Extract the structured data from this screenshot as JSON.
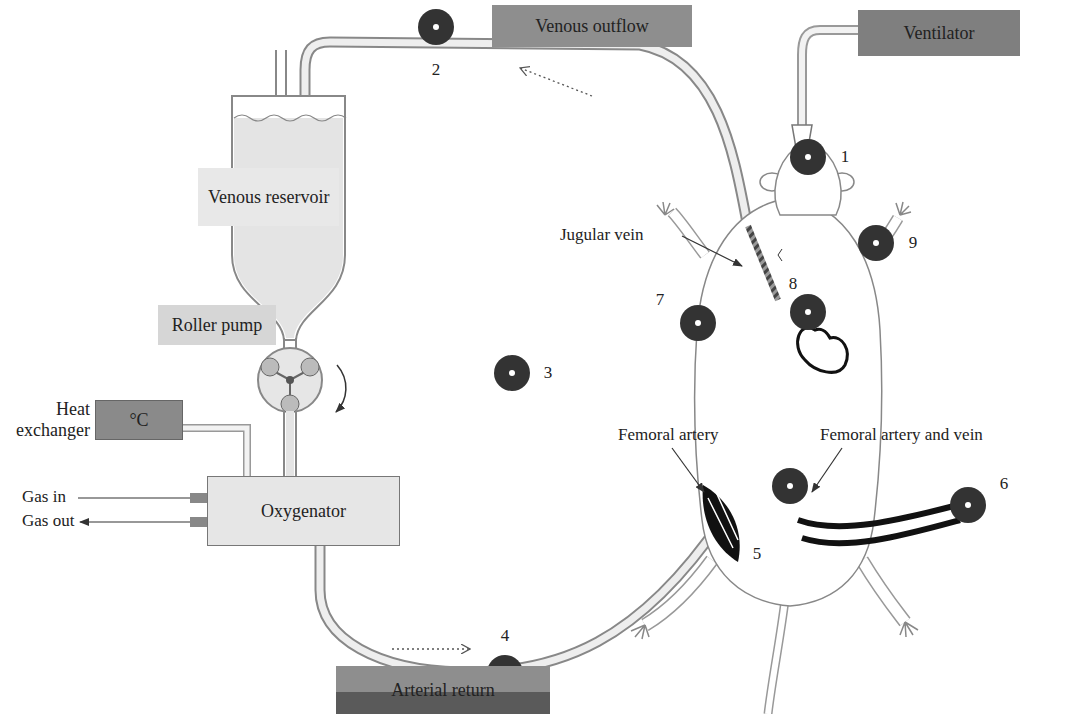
{
  "diagram": {
    "nodes": [
      {
        "text": [
          "Venous outflow"
        ]
      },
      {
        "text": [
          "Ventilator"
        ]
      },
      {
        "text": [
          "Venous reservoir"
        ]
      },
      {
        "text": [
          "Roller pump"
        ]
      },
      {
        "text": [
          "°C",
          "Heat exchanger"
        ]
      },
      {
        "text": [
          "Oxygenator"
        ]
      },
      {
        "text": [
          "Arterial return"
        ]
      }
    ],
    "edges": [
      {
        "from": 4,
        "to": 5,
        "arrow": "none"
      }
    ],
    "labels": [
      "1",
      "2",
      "3",
      "4",
      "5",
      "6",
      "7",
      "8",
      "9",
      "Jugular vein",
      "Femoral artery",
      "Femoral artery and vein",
      "Gas in",
      "Gas out"
    ]
  }
}
